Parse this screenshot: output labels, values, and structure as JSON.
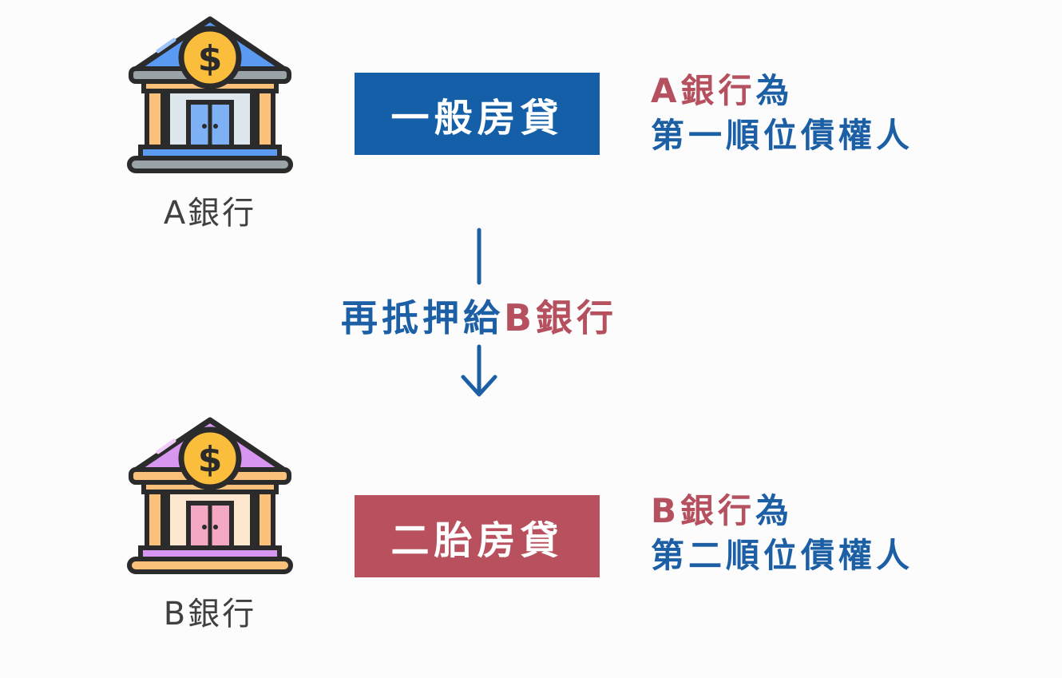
{
  "colors": {
    "blue": "#1c5fa5",
    "red": "#b5505e",
    "loan_a_bg": "#155fa8",
    "loan_b_bg": "#b8505d",
    "bank_a_roof": "#5a9af2",
    "bank_b_roof": "#d796f0",
    "coin": "#fbbe3c"
  },
  "bank_a": {
    "icon": "bank-icon",
    "label": "A銀行"
  },
  "bank_b": {
    "icon": "bank-icon",
    "label": "B銀行"
  },
  "loan_a": {
    "label": "一般房貸"
  },
  "loan_b": {
    "label": "二胎房貸"
  },
  "desc_a": {
    "line1_bank": "A銀行",
    "line1_suffix": "為",
    "line2": "第一順位債權人"
  },
  "desc_b": {
    "line1_bank": "B銀行",
    "line1_suffix": "為",
    "line2": "第二順位債權人"
  },
  "flow": {
    "prefix": "再抵押給",
    "bank": "B銀行",
    "arrow_icon": "arrow-down-icon"
  }
}
